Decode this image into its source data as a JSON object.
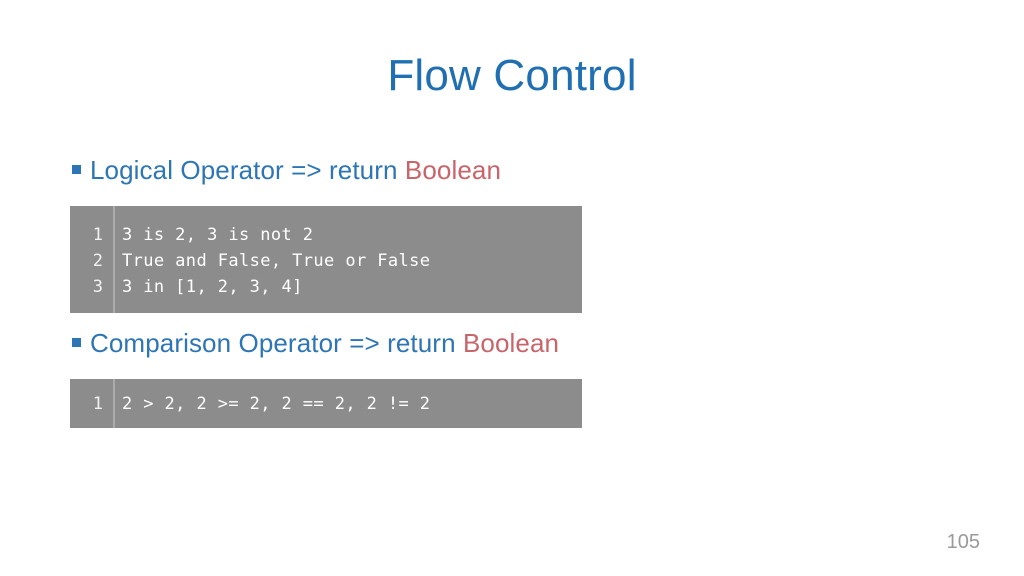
{
  "slide": {
    "title": "Flow Control",
    "page_number": "105",
    "colors": {
      "title_blue": "#1F6FB2",
      "bullet_blue": "#2E75B6",
      "accent_red": "#C8646A",
      "code_bg": "#8C8C8C",
      "code_text": "#FFFFFF",
      "gutter_divider": "#ABABAB",
      "page_number_gray": "#9A9A9A",
      "background": "#FFFFFF"
    },
    "bullets": [
      {
        "marker": "square-bullet",
        "text_main": "Logical Operator => return ",
        "text_accent": "Boolean"
      },
      {
        "marker": "square-bullet",
        "text_main": "Comparison Operator => return ",
        "text_accent": "Boolean"
      }
    ],
    "code_blocks": [
      {
        "name": "logical-operator-code",
        "gutter": [
          "1",
          "2",
          "3"
        ],
        "lines": [
          "3 is 2, 3 is not 2",
          "True and False, True or False",
          "3 in [1, 2, 3, 4]"
        ]
      },
      {
        "name": "comparison-operator-code",
        "gutter": [
          "1"
        ],
        "lines": [
          "2 > 2, 2 >= 2, 2 == 2, 2 != 2"
        ]
      }
    ]
  }
}
